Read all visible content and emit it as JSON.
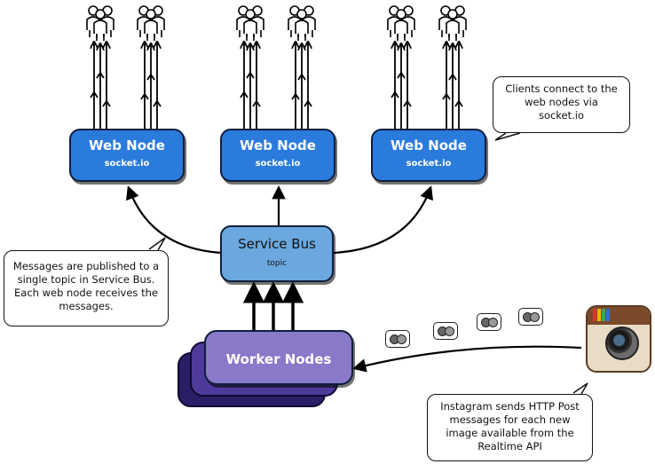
{
  "web_nodes": [
    {
      "title": "Web Node",
      "subtitle": "socket.io"
    },
    {
      "title": "Web Node",
      "subtitle": "socket.io"
    },
    {
      "title": "Web Node",
      "subtitle": "socket.io"
    }
  ],
  "service_bus": {
    "title": "Service Bus",
    "subtitle": "topic"
  },
  "worker_nodes": {
    "title": "Worker Nodes"
  },
  "callouts": {
    "clients": "Clients connect to the web nodes via socket.io",
    "messages": "Messages are published to a single topic in Service Bus.  Each web node receives the messages.",
    "instagram": "Instagram sends HTTP Post messages for each new image available from the Realtime API"
  },
  "icons": {
    "users": "user-group-icon",
    "message": "message-icon",
    "instagram": "instagram-logo-icon"
  },
  "colors": {
    "web_node": "#2a7bdc",
    "service_bus": "#6aa8df",
    "worker_front": "#8a78c8",
    "worker_mid": "#4e3a9a",
    "worker_back": "#2a1e66"
  }
}
